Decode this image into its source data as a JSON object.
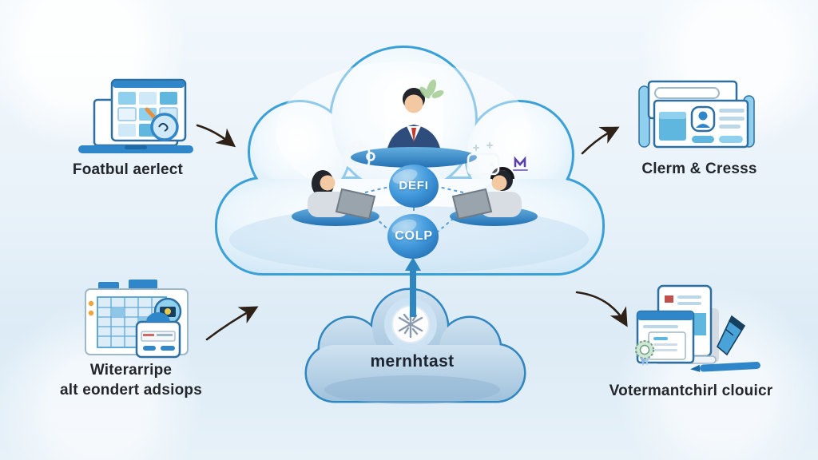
{
  "diagram_title": "",
  "labels": {
    "top_left": "Foatbul aerlect",
    "top_right": "Clerm & Cresss",
    "bottom_left_line1": "Witerarripe",
    "bottom_left_line2": "alt eondert adsiops",
    "bottom_right": "Votermantchirl clouicr",
    "bottom_cloud": "mernhtast",
    "badge_top": "DEFI",
    "badge_bottom": "COLP"
  },
  "icons": {
    "top_left": "app-grid-laptop-with-magnifier-icon",
    "top_right": "browser-windows-icon",
    "bottom_left": "data-table-with-id-badge-icon",
    "bottom_right": "documents-certificate-pen-icon",
    "center": [
      "businessman-figure",
      "woman-at-laptop-figure",
      "man-at-laptop-figure",
      "puzzle-icon",
      "wallet-icon",
      "sparkle-leaf-icon",
      "purple-glyph-icon"
    ],
    "bottom_cloud": "fan-snowflake-icon"
  },
  "colors": {
    "background": "#e9f2f9",
    "cloud_outline": "#3aa0d8",
    "cloud_fill": "#eaf5fc",
    "small_cloud_fill": "#aecbe2",
    "small_cloud_outline": "#2f86c0",
    "sphere_blue": "#2e82c6",
    "accent_blue": "#2f86c8",
    "arrow_dark": "#2e2118",
    "label_text": "#23272b",
    "orange_accent": "#f2a33c",
    "red_accent": "#c0504d"
  }
}
